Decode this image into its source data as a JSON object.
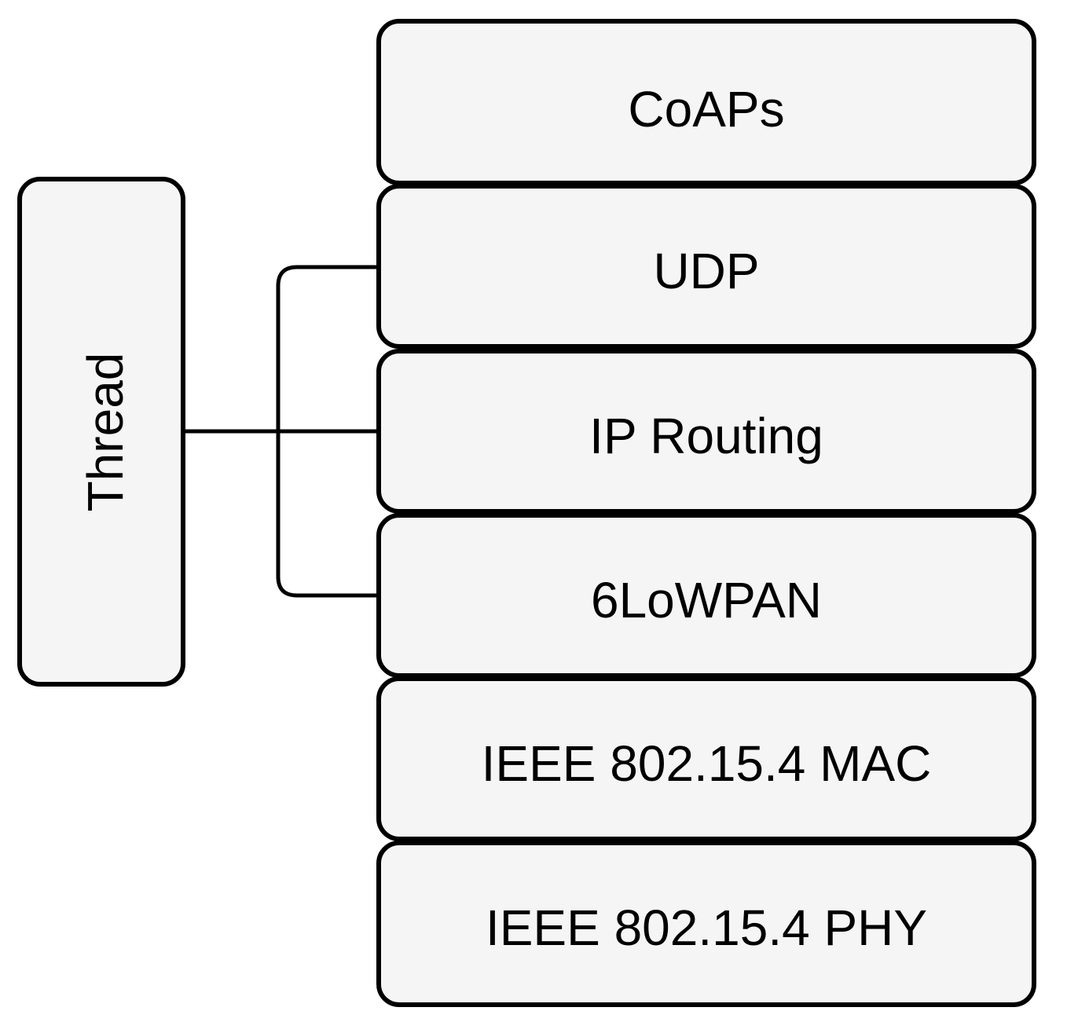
{
  "diagram": {
    "group_label": "Thread",
    "layers": [
      {
        "label": "CoAPs"
      },
      {
        "label": "UDP"
      },
      {
        "label": "IP Routing"
      },
      {
        "label": "6LoWPAN"
      },
      {
        "label": "IEEE 802.15.4 MAC"
      },
      {
        "label": "IEEE 802.15.4 PHY"
      }
    ],
    "colors": {
      "box_fill": "#f5f5f5",
      "stroke": "#000000",
      "text": "#000000"
    }
  }
}
